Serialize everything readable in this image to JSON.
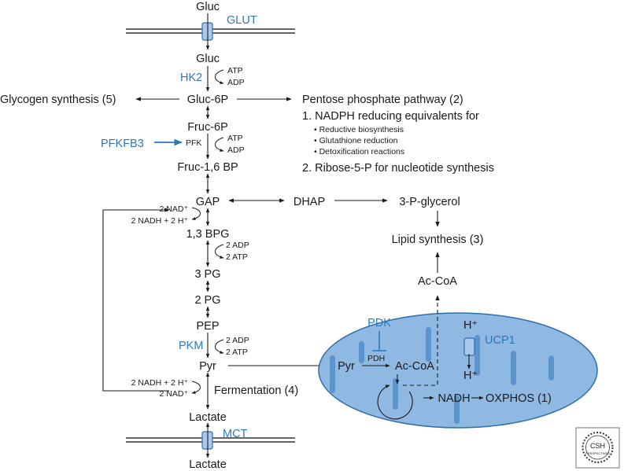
{
  "colors": {
    "enzyme": "#2a7ab8",
    "mito_fill": "#8fb9e3",
    "mito_stroke": "#2f6ea8",
    "mito_cristae": "#5b95cf",
    "membrane": "#333333",
    "transporter": "#a9c8ec"
  },
  "metabolites": {
    "gluc_out": "Gluc",
    "gluc_in": "Gluc",
    "gluc6p": "Gluc-6P",
    "fruc6p": "Fruc-6P",
    "fruc16bp": "Fruc-1,6 BP",
    "gap": "GAP",
    "bpg": "1,3 BPG",
    "pg3": "3 PG",
    "pg2": "2 PG",
    "pep": "PEP",
    "pyr": "Pyr",
    "lactate_in": "Lactate",
    "lactate_out": "Lactate",
    "dhap": "DHAP",
    "glycerol3p": "3-P-glycerol",
    "lipid": "Lipid synthesis (3)",
    "acoa": "Ac-CoA"
  },
  "enzymes": {
    "glut": "GLUT",
    "hk2": "HK2",
    "pfkfb3": "PFKFB3",
    "pfk": "PFK",
    "pkm": "PKM",
    "mct": "MCT",
    "pdk": "PDK",
    "ucp1": "UCP1",
    "pdh": "PDH"
  },
  "cofactors": {
    "hk2_atp": "ATP",
    "hk2_adp": "ADP",
    "pfk_atp": "ATP",
    "pfk_adp": "ADP",
    "bpg_adp": "2 ADP",
    "bpg_atp": "2 ATP",
    "pkm_adp": "2 ADP",
    "pkm_atp": "2 ATP",
    "gap_nad": "2 NAD⁺",
    "gap_nadh": "2 NADH + 2 H⁺",
    "pyr_nadh": "2 NADH + 2 H⁺",
    "pyr_nad": "2 NAD⁺"
  },
  "pathways": {
    "glycogen": "Glycogen synthesis (5)",
    "ppp_title": "Pentose phosphate pathway (2)",
    "ppp_1": "1. NADPH reducing equivalents for",
    "ppp_b1": "• Reductive biosynthesis",
    "ppp_b2": "• Glutathione reduction",
    "ppp_b3": "• Detoxification reactions",
    "ppp_2": "2. Ribose-5-P for nucleotide synthesis",
    "fermentation": "Fermentation (4)"
  },
  "mitochondria": {
    "pyr": "Pyr",
    "acoa": "Ac-CoA",
    "nadh": "NADH",
    "oxphos": "OXPHOS (1)",
    "h_out": "H⁺",
    "h_in": "H⁺"
  },
  "logo": {
    "line1": "CSH",
    "line2": "PERSPECTIVES"
  }
}
